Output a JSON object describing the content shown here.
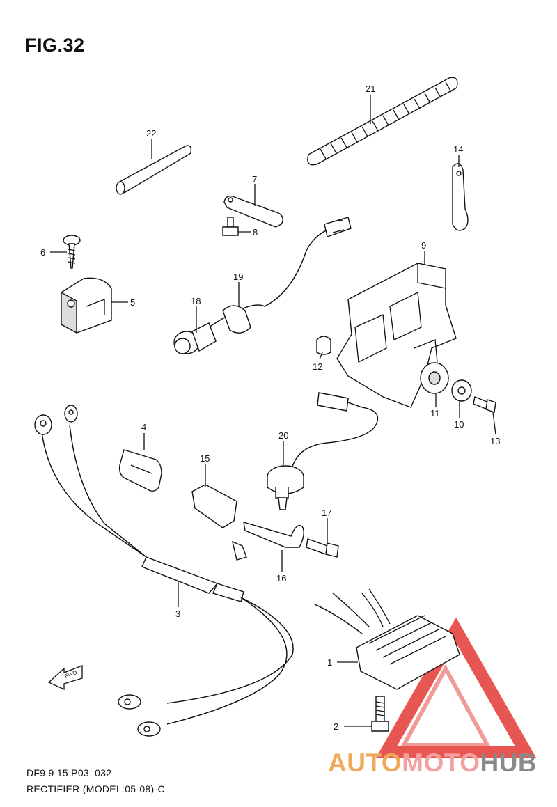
{
  "figure": {
    "title": "FIG.32",
    "code": "DF9.9 15 P03_032",
    "caption": "RECTIFIER (MODEL:05-08)-C"
  },
  "callouts": [
    {
      "label": "1"
    },
    {
      "label": "2"
    },
    {
      "label": "3"
    },
    {
      "label": "4"
    },
    {
      "label": "5"
    },
    {
      "label": "6"
    },
    {
      "label": "7"
    },
    {
      "label": "8"
    },
    {
      "label": "9"
    },
    {
      "label": "10"
    },
    {
      "label": "11"
    },
    {
      "label": "12"
    },
    {
      "label": "13"
    },
    {
      "label": "14"
    },
    {
      "label": "15"
    },
    {
      "label": "16"
    },
    {
      "label": "17"
    },
    {
      "label": "18"
    },
    {
      "label": "19"
    },
    {
      "label": "20"
    },
    {
      "label": "21"
    },
    {
      "label": "22"
    }
  ],
  "fwd_label": "FWD",
  "watermark": {
    "part_a": "AUTO",
    "part_b": "MOTO",
    "part_c": "HUB",
    "color_a": "#f0a85a",
    "color_b": "#f2a0a0",
    "color_c": "#8a8a8a",
    "triangle_color": "#e53935"
  }
}
